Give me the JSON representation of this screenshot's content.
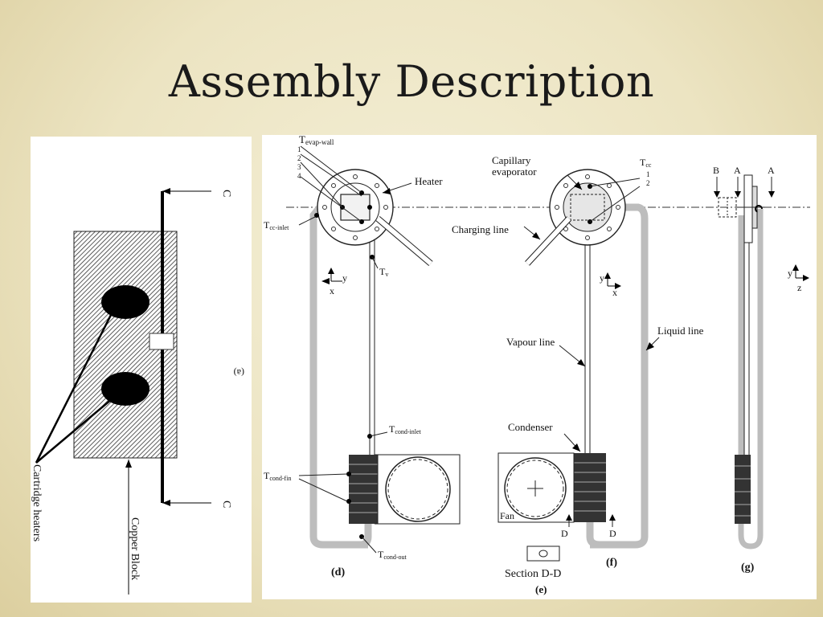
{
  "slide": {
    "title": "Assembly Description"
  },
  "left_figure": {
    "section_label_top": "C",
    "section_label_bottom": "C",
    "cartridge_label": "Cartridge heaters",
    "copper_label": "Copper Block",
    "figure_tag": "(a)"
  },
  "right_figure": {
    "labels": {
      "t_evap_wall": "T",
      "t_evap_wall_sub": "evap-wall",
      "n1": "1",
      "n2": "2",
      "n3": "3",
      "n4": "4",
      "heater": "Heater",
      "t_cc_inlet": "T",
      "t_cc_inlet_sub": "cc-inlet",
      "t_v": "T",
      "t_v_sub": "v",
      "t_cond_inlet": "T",
      "t_cond_inlet_sub": "cond-inlet",
      "t_cond_fin": "T",
      "t_cond_fin_sub": "cond-fin",
      "t_cond_out": "T",
      "t_cond_out_sub": "cond-out",
      "capillary_1": "Capillary",
      "capillary_2": "evaporator",
      "t_cc": "T",
      "t_cc_sub": "cc",
      "cc_n1": "1",
      "cc_n2": "2",
      "charging_line": "Charging line",
      "vapour_line": "Vapour line",
      "liquid_line": "Liquid line",
      "condenser": "Condenser",
      "fan": "Fan",
      "d_left": "D",
      "d_right": "D",
      "section_dd": "Section D-D",
      "b": "B",
      "a_left": "A",
      "a_right": "A",
      "axis_y": "y",
      "axis_x": "x",
      "axis_z": "z"
    },
    "captions": {
      "d": "(d)",
      "e": "(e)",
      "f": "(f)",
      "g": "(g)"
    }
  }
}
